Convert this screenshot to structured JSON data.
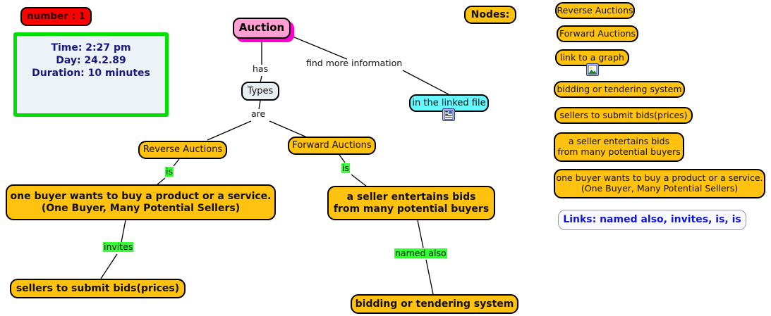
{
  "meta": {
    "title": "Concept Map - Auction"
  },
  "info_panel": {
    "number_label": "number : 1",
    "time": "Time: 2:27 pm",
    "day": "Day: 24.2.89",
    "duration": "Duration: 10 minutes"
  },
  "map": {
    "nodes": [
      {
        "id": "auction",
        "label": "Auction"
      },
      {
        "id": "types",
        "label": "Types"
      },
      {
        "id": "linked_file",
        "label": "in the linked file",
        "icon": "document-icon"
      },
      {
        "id": "reverse",
        "label": "Reverse Auctions"
      },
      {
        "id": "forward",
        "label": "Forward Auctions"
      },
      {
        "id": "one_buyer",
        "label": "one buyer wants to buy a product or a service.\n(One Buyer, Many Potential Sellers)"
      },
      {
        "id": "seller_bids",
        "label": "a seller entertains bids\nfrom many potential buyers"
      },
      {
        "id": "submit_bids",
        "label": "sellers to submit bids(prices)"
      },
      {
        "id": "bidding_system",
        "label": "bidding or tendering system"
      }
    ],
    "edge_labels": [
      {
        "id": "has",
        "label": "has",
        "highlight": false
      },
      {
        "id": "find_more",
        "label": "find more information",
        "highlight": false
      },
      {
        "id": "are",
        "label": "are",
        "highlight": false
      },
      {
        "id": "is_left",
        "label": "is",
        "highlight": true
      },
      {
        "id": "is_right",
        "label": "is",
        "highlight": true
      },
      {
        "id": "invites",
        "label": "invites",
        "highlight": true
      },
      {
        "id": "named_also",
        "label": "named also",
        "highlight": true
      }
    ]
  },
  "legend": {
    "nodes_heading": "Nodes:",
    "node_items": [
      {
        "label": "Reverse Auctions"
      },
      {
        "label": "Forward Auctions"
      },
      {
        "label": "link to a graph",
        "icon": "image-icon"
      },
      {
        "label": "bidding or tendering system"
      },
      {
        "label": "sellers to submit bids(prices)"
      },
      {
        "label": "a seller entertains bids\nfrom many potential buyers"
      },
      {
        "label": "one buyer wants to buy a product or a service.\n(One Buyer, Many Potential Sellers)"
      }
    ],
    "links_summary": "Links: named also, invites, is, is"
  },
  "colors": {
    "node_fill": "#FFC20E",
    "node_border": "#000000",
    "auction_fill": "#FF9FD2",
    "auction_shadow": "#FF00CC",
    "linked_file_fill": "#66F7FF",
    "types_fill": "#E6EEF2",
    "number_fill": "#FF0000",
    "info_border": "#00E000",
    "info_fill": "#EDF2F7",
    "info_text": "#181880",
    "link_label_highlight": "#33FF33",
    "links_summary_text": "#1111DD"
  }
}
